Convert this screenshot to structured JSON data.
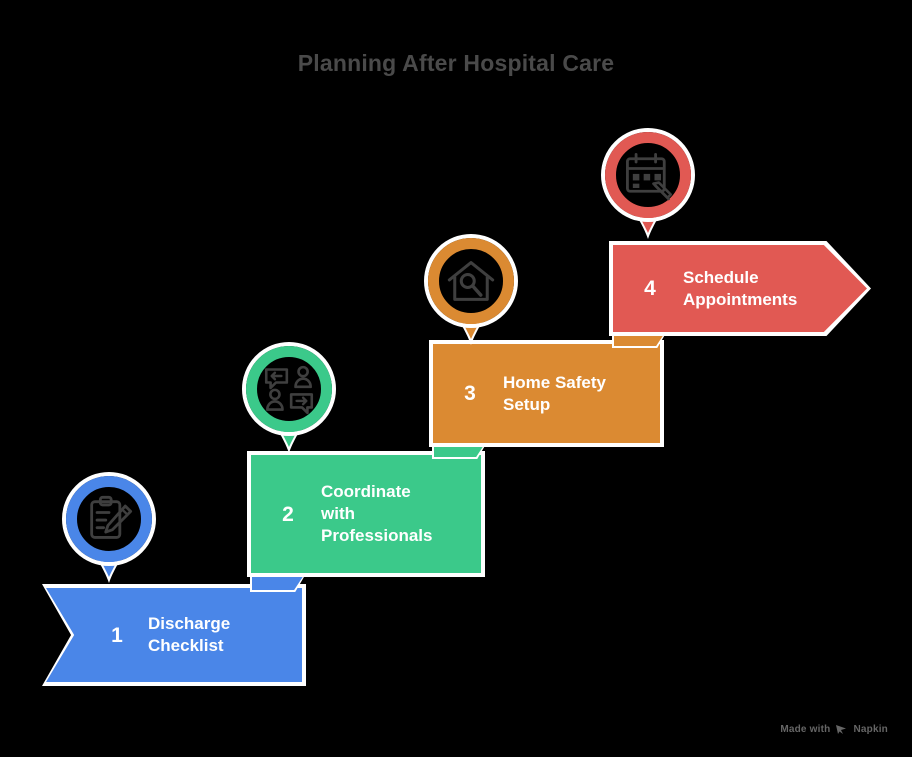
{
  "title": "Planning After Hospital Care",
  "theme": {
    "background": "#000000",
    "title_color": "#4a4a4a",
    "outline": "#ffffff",
    "text_on_step": "#ffffff"
  },
  "steps": [
    {
      "number": "1",
      "label": "Discharge\nChecklist",
      "color": "#4a86e8",
      "icon": "clipboard-pencil-icon",
      "shape": "ribbon"
    },
    {
      "number": "2",
      "label": "Coordinate\nwith\nProfessionals",
      "color": "#3bc98a",
      "icon": "people-speech-bubbles-icon",
      "shape": "rectangle"
    },
    {
      "number": "3",
      "label": "Home Safety\nSetup",
      "color": "#db8a32",
      "icon": "house-magnifier-icon",
      "shape": "rectangle"
    },
    {
      "number": "4",
      "label": "Schedule\nAppointments",
      "color": "#e15953",
      "icon": "calendar-pen-icon",
      "shape": "arrow"
    }
  ],
  "watermark": {
    "prefix": "Made with",
    "brand": "Napkin",
    "logo": "napkin-logo-icon"
  }
}
